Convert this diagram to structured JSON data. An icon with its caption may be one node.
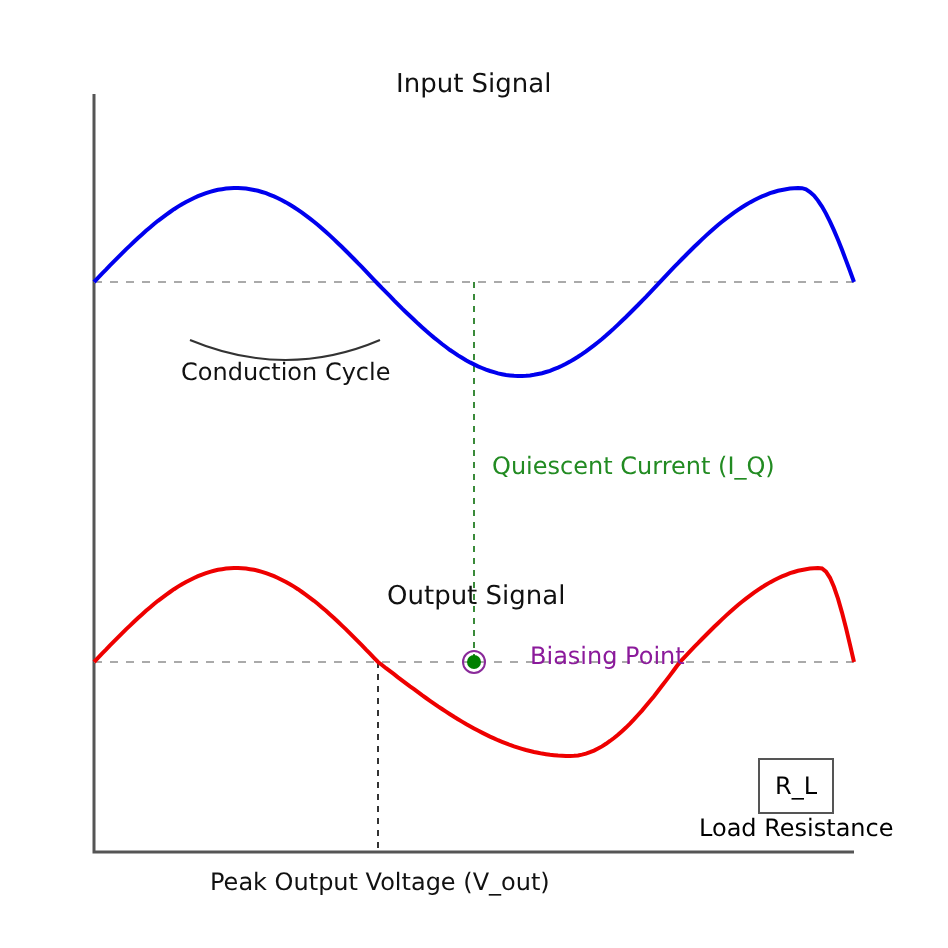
{
  "diagram": {
    "nodes": [
      {
        "text": [
          "R_L"
        ],
        "beside": [
          "Load Resistance"
        ]
      }
    ],
    "labels": [
      "Input Signal",
      "Conduction Cycle",
      "Quiescent Current (I_Q)",
      "Output Signal",
      "Biasing Point",
      "Peak Output Voltage (V_out)"
    ]
  }
}
